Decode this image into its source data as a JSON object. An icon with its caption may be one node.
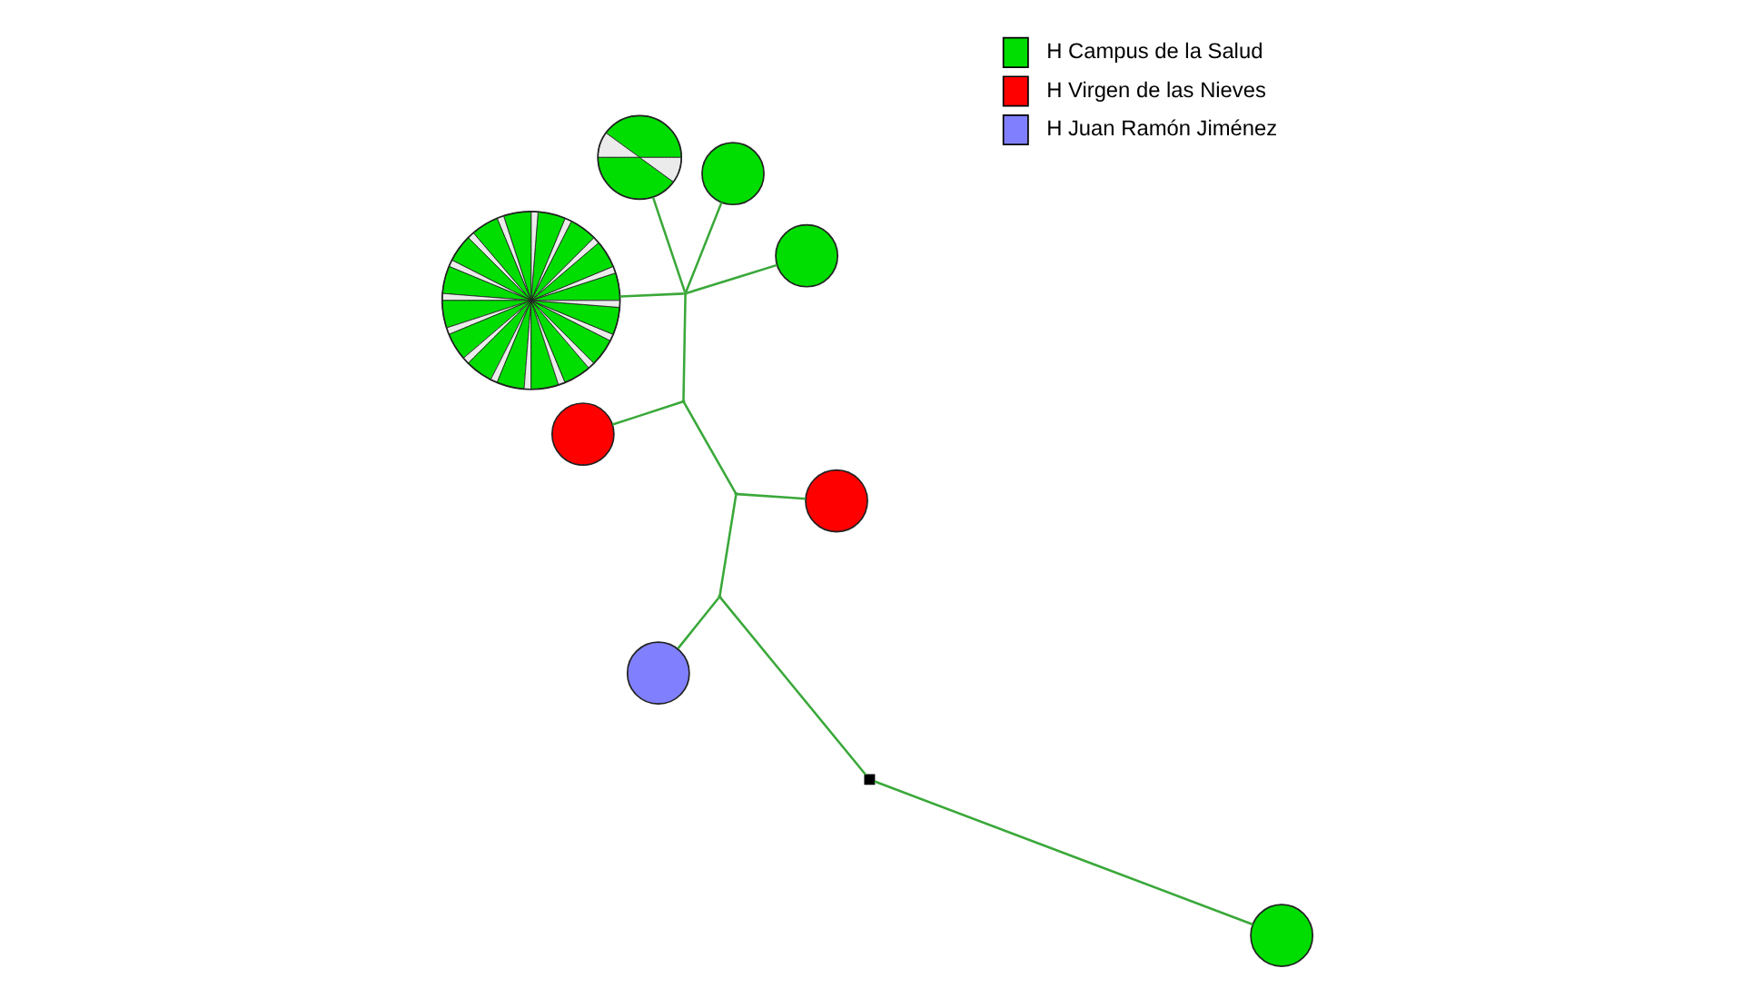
{
  "diagram": {
    "nodes": [
      {
        "text": [],
        "shape": "circle"
      },
      {
        "text": [],
        "shape": "box"
      },
      {
        "text": [],
        "shape": "circle"
      },
      {
        "text": [],
        "shape": "circle"
      },
      {
        "text": [],
        "shape": "circle"
      },
      {
        "text": [],
        "shape": "circle"
      },
      {
        "text": [],
        "shape": "circle"
      },
      {
        "text": [],
        "shape": "circle"
      },
      {
        "text": [],
        "shape": "circle"
      },
      {
        "text": [],
        "shape": "point"
      },
      {
        "text": [],
        "shape": "point"
      },
      {
        "text": [],
        "shape": "point"
      },
      {
        "text": [],
        "shape": "point"
      }
    ],
    "edges": [
      {
        "from": 0,
        "to": 1,
        "arrow": "none"
      },
      {
        "from": 1,
        "to": 9,
        "arrow": "none"
      },
      {
        "from": 9,
        "to": 8,
        "arrow": "none"
      },
      {
        "from": 9,
        "to": 10,
        "arrow": "none"
      },
      {
        "from": 10,
        "to": 7,
        "arrow": "none"
      },
      {
        "from": 10,
        "to": 11,
        "arrow": "none"
      },
      {
        "from": 11,
        "to": 6,
        "arrow": "none"
      },
      {
        "from": 11,
        "to": 12,
        "arrow": "none"
      },
      {
        "from": 12,
        "to": 2,
        "arrow": "none"
      },
      {
        "from": 12,
        "to": 3,
        "arrow": "none"
      },
      {
        "from": 12,
        "to": 4,
        "arrow": "none"
      },
      {
        "from": 12,
        "to": 5,
        "arrow": "none"
      }
    ],
    "legend": [
      {
        "text": "H Campus de la Salud",
        "color": "#00dd00"
      },
      {
        "text": "H Virgen de las Nieves",
        "color": "#ff0000"
      },
      {
        "text": "H Juan Ramón Jiménez",
        "color": "#8080ff"
      }
    ]
  }
}
